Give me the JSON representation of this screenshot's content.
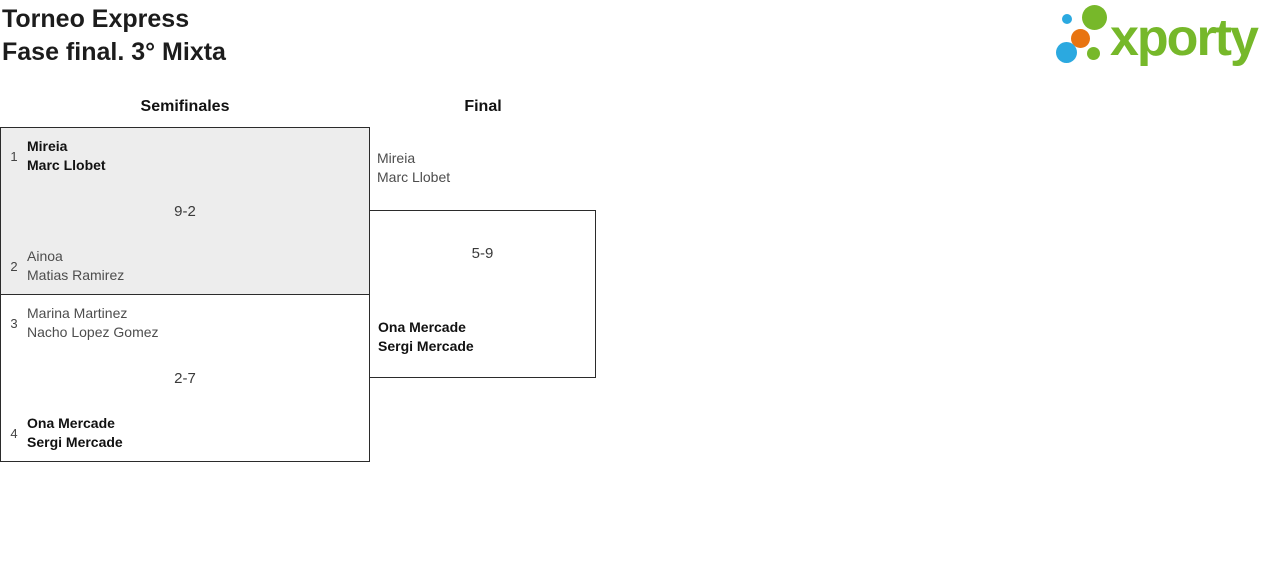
{
  "header": {
    "title_line1": "Torneo Express",
    "title_line2": "Fase final. 3° Mixta"
  },
  "logo": {
    "text": "xporty",
    "colors": {
      "green": "#76b82a",
      "blue": "#2ba9e0",
      "orange": "#e87410"
    }
  },
  "rounds": {
    "semifinals_label": "Semifinales",
    "final_label": "Final"
  },
  "bracket": {
    "semifinal1": {
      "seed_top": "1",
      "team_top": {
        "player1": "Mireia",
        "player2": "Marc Llobet"
      },
      "score": "9-2",
      "seed_bottom": "2",
      "team_bottom": {
        "player1": "Ainoa",
        "player2": "Matias Ramirez"
      }
    },
    "semifinal2": {
      "seed_top": "3",
      "team_top": {
        "player1": "Marina Martinez",
        "player2": "Nacho Lopez Gomez"
      },
      "score": "2-7",
      "seed_bottom": "4",
      "team_bottom": {
        "player1": "Ona Mercade",
        "player2": "Sergi Mercade"
      }
    },
    "final": {
      "team_top": {
        "player1": "Mireia",
        "player2": "Marc Llobet"
      },
      "score": "5-9",
      "team_bottom": {
        "player1": "Ona Mercade",
        "player2": "Sergi Mercade"
      }
    }
  },
  "colors": {
    "match_highlight_bg": "#ededed",
    "border": "#2b2b2b",
    "winner_text": "#111111",
    "regular_text": "#4d4d4d"
  }
}
